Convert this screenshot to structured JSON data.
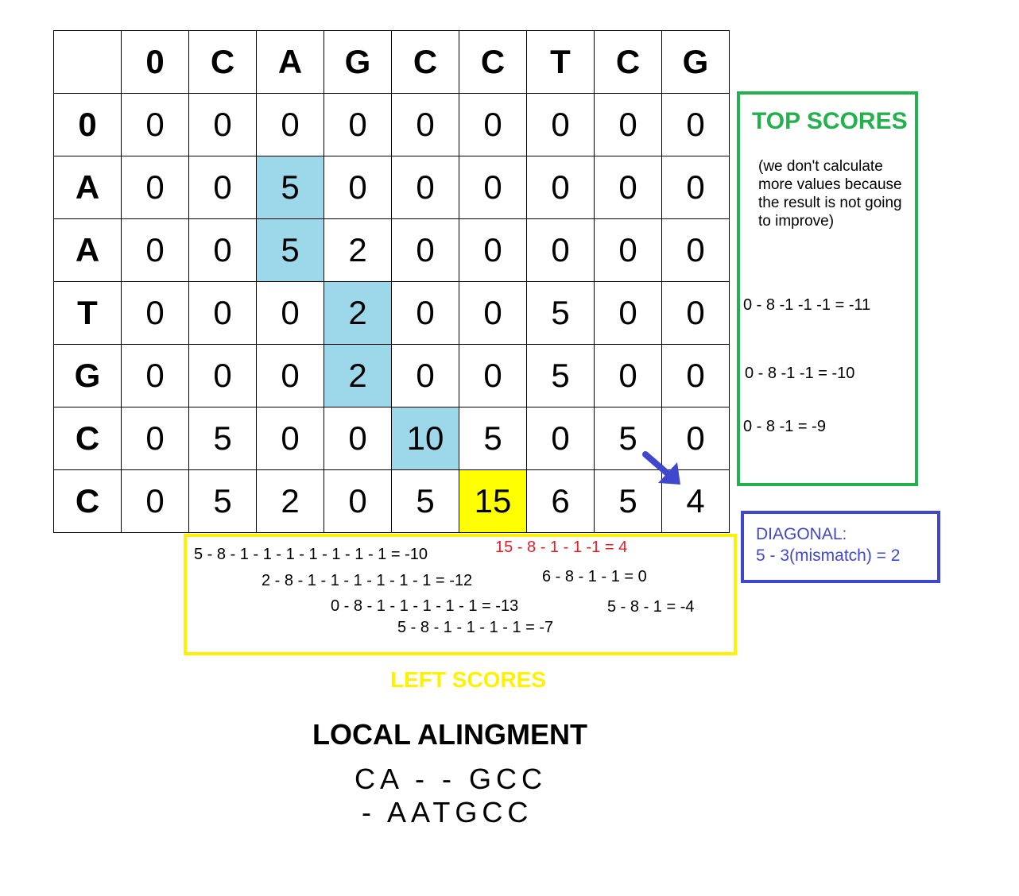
{
  "matrix": {
    "corner": "",
    "col_headers": [
      "0",
      "C",
      "A",
      "G",
      "C",
      "C",
      "T",
      "C",
      "G"
    ],
    "row_headers": [
      "0",
      "A",
      "A",
      "T",
      "G",
      "C",
      "C"
    ],
    "values": [
      [
        "0",
        "0",
        "0",
        "0",
        "0",
        "0",
        "0",
        "0",
        "0"
      ],
      [
        "0",
        "0",
        "5",
        "0",
        "0",
        "0",
        "0",
        "0",
        "0"
      ],
      [
        "0",
        "0",
        "5",
        "2",
        "0",
        "0",
        "0",
        "0",
        "0"
      ],
      [
        "0",
        "0",
        "0",
        "2",
        "0",
        "0",
        "5",
        "0",
        "0"
      ],
      [
        "0",
        "0",
        "0",
        "2",
        "0",
        "0",
        "5",
        "0",
        "0"
      ],
      [
        "0",
        "5",
        "0",
        "0",
        "10",
        "5",
        "0",
        "5",
        "0"
      ],
      [
        "0",
        "5",
        "2",
        "0",
        "5",
        "15",
        "6",
        "5",
        "4"
      ]
    ],
    "blue_cells": [
      [
        1,
        2
      ],
      [
        2,
        2
      ],
      [
        3,
        3
      ],
      [
        4,
        3
      ],
      [
        5,
        4
      ]
    ],
    "yellow_cells": [
      [
        6,
        5
      ]
    ],
    "highlight_blue": "#9dd8ea",
    "highlight_yellow": "#ffff00"
  },
  "top_scores": {
    "title": "TOP SCORES",
    "note": "(we don't calculate more values because the result is not going to improve)",
    "equations": [
      "0 - 8 -1 -1 -1 = -11",
      "0 - 8 -1 -1 = -10",
      "0 - 8 -1 = -9"
    ],
    "color": "#22b14c"
  },
  "diagonal": {
    "title": "DIAGONAL:",
    "equation": "5 - 3(mismatch) = 2",
    "color": "#3f48cc"
  },
  "left_scores": {
    "title": "LEFT SCORES",
    "color": "#fff200",
    "equations": [
      "5 - 8 - 1 - 1 - 1 - 1 - 1 - 1 - 1 = -10",
      "15 - 8 - 1 - 1 -1 = 4",
      "2 - 8 - 1 - 1 - 1 - 1 - 1 - 1 = -12",
      "6 - 8 - 1 - 1 = 0",
      "0 - 8 - 1 - 1 - 1 - 1 - 1 = -13",
      "5 - 8 - 1 = -4",
      "5 - 8 - 1 - 1 - 1 - 1 = -7"
    ],
    "highlight_color": "#ed1c24"
  },
  "alignment": {
    "title": "LOCAL ALINGMENT",
    "seq1": "CA - - GCC",
    "seq2": "- AATGCC"
  },
  "arrow_icon": "arrow-down-right-icon"
}
